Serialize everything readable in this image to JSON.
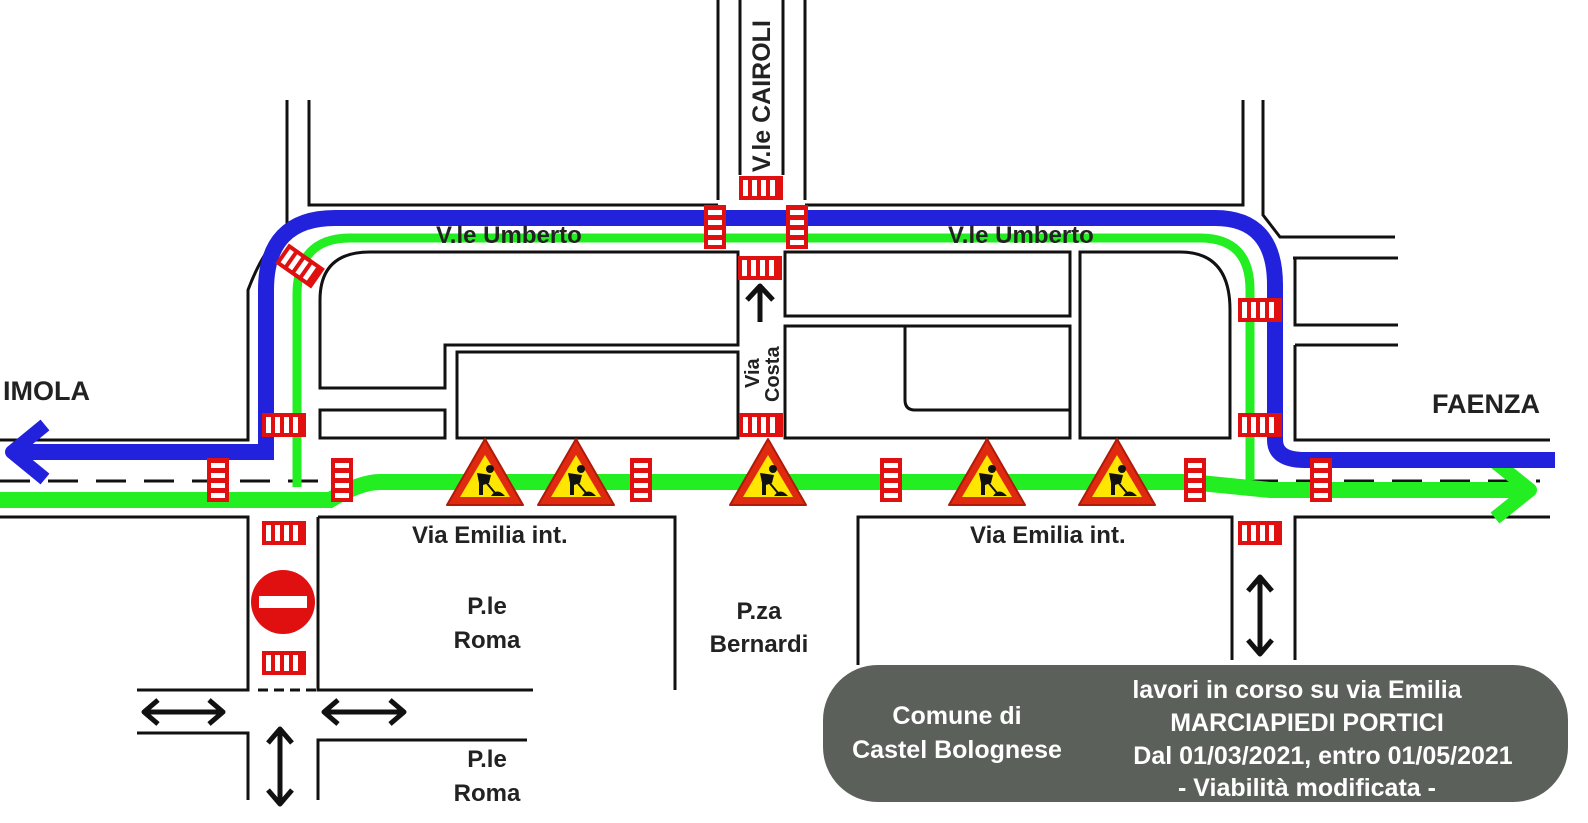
{
  "map": {
    "cities": {
      "west": "IMOLA",
      "east": "FAENZA"
    },
    "streets": {
      "cairoli": "V.le CAIROLI",
      "umberto_west": "V.le Umberto",
      "umberto_east": "V.le Umberto",
      "costa_line1": "Via",
      "costa_line2": "Costa",
      "emilia_west": "Via Emilia int.",
      "emilia_east": "Via Emilia int."
    },
    "squares": {
      "roma_1_line1": "P.le",
      "roma_1_line2": "Roma",
      "roma_2_line1": "P.le",
      "roma_2_line2": "Roma",
      "bernardi_line1": "P.za",
      "bernardi_line2": "Bernardi"
    },
    "colors": {
      "route_green": "#22ee22",
      "route_blue": "#2222dd",
      "crosswalk": "#e01010",
      "info_box": "#5c605a"
    }
  },
  "info_box": {
    "municipality_line1": "Comune di",
    "municipality_line2": "Castel Bolognese",
    "line1": "lavori in corso su via Emilia",
    "line2": "MARCIAPIEDI PORTICI",
    "line3": "Dal 01/03/2021, entro 01/05/2021",
    "line4": "- Viabilità modificata -"
  }
}
